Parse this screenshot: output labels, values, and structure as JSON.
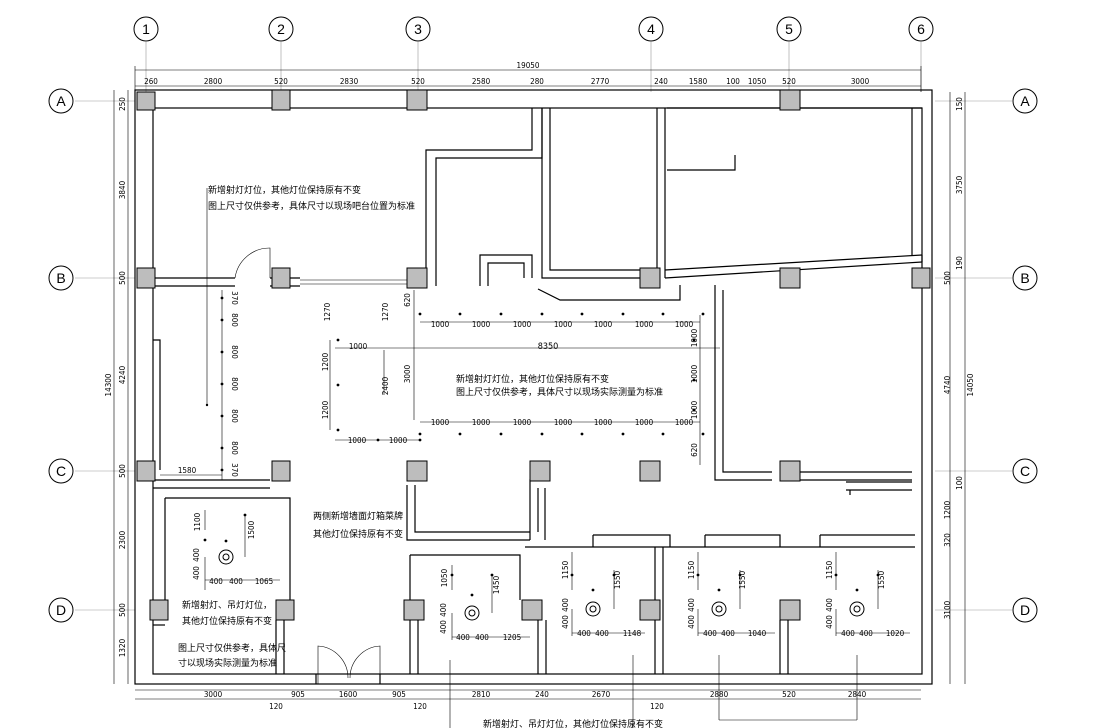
{
  "grid": {
    "columns": [
      "1",
      "2",
      "3",
      "4",
      "5",
      "6"
    ],
    "rows": [
      "A",
      "B",
      "C",
      "D"
    ]
  },
  "dimensions": {
    "overall_top": "19050",
    "top": [
      "260",
      "2800",
      "520",
      "2830",
      "520",
      "2580",
      "280",
      "2770",
      "240",
      "1580",
      "100",
      "1050",
      "520",
      "3000"
    ],
    "bottom": [
      "3000",
      "905",
      "1600",
      "905",
      "2810",
      "240",
      "2670",
      "2880",
      "520",
      "2840"
    ],
    "bottom_sub": [
      "120",
      "120",
      "120"
    ],
    "left": [
      "250",
      "3840",
      "500",
      "4240",
      "500",
      "2300",
      "500",
      "1320"
    ],
    "left_overall": "14300",
    "right": [
      "150",
      "3750",
      "190",
      "500",
      "4740",
      "100",
      "1200",
      "320",
      "3100"
    ],
    "right_overall": "14050",
    "hall_row_top": [
      "1000",
      "1000",
      "1000",
      "1000",
      "1000",
      "1000",
      "1000"
    ],
    "hall_row_bottom": [
      "1000",
      "1000",
      "1000",
      "1000",
      "1000",
      "1000",
      "1000"
    ],
    "hall_left_top": "1000",
    "hall_left_bottom": [
      "1000",
      "1000"
    ],
    "hall_span": "8350",
    "hall_vert": [
      "1270",
      "1270",
      "620",
      "1200",
      "1200",
      "2400",
      "3000"
    ],
    "hall_right_vert": [
      "1000",
      "1000",
      "1000",
      "620"
    ],
    "corridor_vert": [
      "370",
      "800",
      "800",
      "800",
      "800",
      "800",
      "370"
    ],
    "corridor_bottom": "1580",
    "room_sw": [
      "1100",
      "1500",
      "400",
      "400",
      "400",
      "400",
      "1065"
    ],
    "room_mid": [
      "1050",
      "1450",
      "400",
      "400",
      "400",
      "400",
      "1205"
    ],
    "room_r1": [
      "1150",
      "1550",
      "400",
      "400",
      "400",
      "400",
      "1148"
    ],
    "room_r2": [
      "1150",
      "1550",
      "400",
      "400",
      "400",
      "400",
      "1040"
    ],
    "room_r3": [
      "1150",
      "1550",
      "400",
      "400",
      "400",
      "400",
      "1020"
    ]
  },
  "notes": {
    "nw_1": "新增射灯灯位，其他灯位保持原有不变",
    "nw_2": "图上尺寸仅供参考，具体尺寸以现场吧台位置为标准",
    "hall_1": "新增射灯灯位，其他灯位保持原有不变",
    "hall_2": "图上尺寸仅供参考，具体尺寸以现场实际测量为标准",
    "mid_1": "两侧新增墙面灯箱菜牌",
    "mid_2": "其他灯位保持原有不变",
    "sw_1": "新增射灯、吊灯灯位，",
    "sw_2": "其他灯位保持原有不变",
    "sw_3": "图上尺寸仅供参考，具体尺",
    "sw_4": "寸以现场实际测量为标准",
    "bottom": "新增射灯、吊灯灯位，其他灯位保持原有不变"
  }
}
